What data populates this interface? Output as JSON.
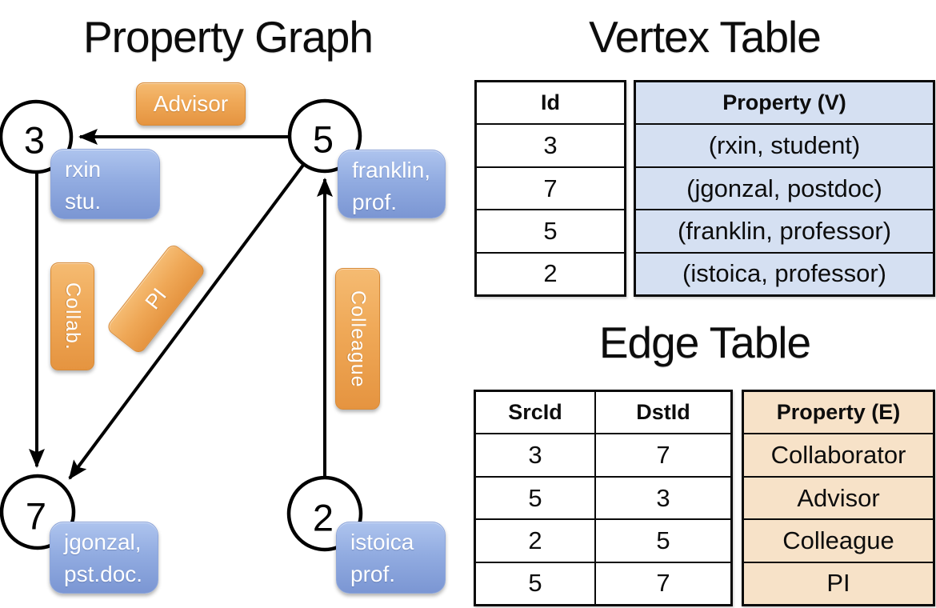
{
  "graph": {
    "title": "Property Graph",
    "nodes": [
      {
        "id": "3",
        "property_lines": [
          "rxin",
          "stu."
        ]
      },
      {
        "id": "5",
        "property_lines": [
          "franklin,",
          "prof."
        ]
      },
      {
        "id": "7",
        "property_lines": [
          "jgonzal,",
          "pst.doc."
        ]
      },
      {
        "id": "2",
        "property_lines": [
          "istoica",
          "prof."
        ]
      }
    ],
    "edge_labels": {
      "advisor": "Advisor",
      "collab": "Collab.",
      "pi": "PI",
      "colleague": "Colleague"
    },
    "edges": [
      {
        "src": "5",
        "dst": "3",
        "label": "Advisor"
      },
      {
        "src": "3",
        "dst": "7",
        "label": "Collab."
      },
      {
        "src": "5",
        "dst": "7",
        "label": "PI"
      },
      {
        "src": "2",
        "dst": "5",
        "label": "Colleague"
      }
    ]
  },
  "vertex_table": {
    "title": "Vertex Table",
    "columns": {
      "id": "Id",
      "property": "Property (V)"
    },
    "rows": [
      {
        "id": "3",
        "property": "(rxin, student)"
      },
      {
        "id": "7",
        "property": "(jgonzal, postdoc)"
      },
      {
        "id": "5",
        "property": "(franklin, professor)"
      },
      {
        "id": "2",
        "property": "(istoica, professor)"
      }
    ]
  },
  "edge_table": {
    "title": "Edge Table",
    "columns": {
      "src": "SrcId",
      "dst": "DstId",
      "property": "Property (E)"
    },
    "rows": [
      {
        "src": "3",
        "dst": "7",
        "property": "Collaborator"
      },
      {
        "src": "5",
        "dst": "3",
        "property": "Advisor"
      },
      {
        "src": "2",
        "dst": "5",
        "property": "Colleague"
      },
      {
        "src": "5",
        "dst": "7",
        "property": "PI"
      }
    ]
  },
  "colors": {
    "edge_label_orange": "#efa857",
    "vertex_label_blue": "#92ace1",
    "vertex_property_fill": "#d5e0f2",
    "edge_property_fill": "#f7e2c8",
    "line_black": "#000000"
  }
}
